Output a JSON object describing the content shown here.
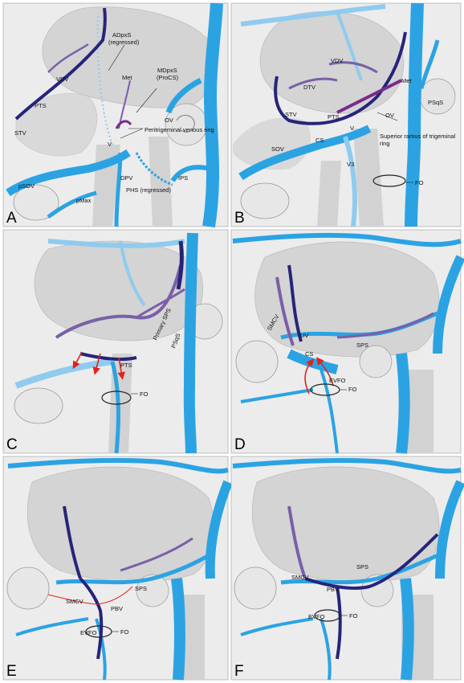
{
  "colors": {
    "vein_blue": "#2ba3e3",
    "vein_light": "#8fcbee",
    "vein_purple": "#7a5fa8",
    "vein_dark": "#26247a",
    "bone_gray": "#d2d2d2",
    "brain_gray": "#cfcfcf",
    "arrow_red": "#e2231a"
  },
  "panels": {
    "A": {
      "letter": "A",
      "labels": {
        "adpxs": "ADpxS",
        "adpxs_note": "(regressed)",
        "mdpxs": "MDpxS",
        "procs": "(ProCS)",
        "met": "Met",
        "vdv": "VDV",
        "pts": "PTS",
        "stv": "STV",
        "ov": "OV",
        "ring": "Peritrigeminal venous ring",
        "v": "V",
        "dpv": "DPV",
        "ips": "IPS",
        "phs": "PHS (regressed)",
        "psov": "pSOV",
        "pmax": "pMax"
      }
    },
    "B": {
      "letter": "B",
      "labels": {
        "vdv": "VDV",
        "dtv": "DTV",
        "met": "Met",
        "stv": "STV",
        "pts": "PTS",
        "ov": "OV",
        "psqs": "PSqS",
        "v": "V",
        "sov": "SOV",
        "cs": "CS",
        "ramus": "Superior ramus of trigeminal",
        "ring": "ring",
        "v3": "V3",
        "fo": "FO"
      }
    },
    "C": {
      "letter": "C",
      "labels": {
        "pts": "PTS",
        "primary_sps": "Primary SPS",
        "psqs": "PSqS",
        "fo": "FO"
      }
    },
    "D": {
      "letter": "D",
      "labels": {
        "smcv": "SMCV",
        "uv": "UV",
        "cs": "CS",
        "sps": "SPS",
        "evfo": "EVFO",
        "fo": "FO"
      }
    },
    "E": {
      "letter": "E",
      "labels": {
        "smcv": "SMCV",
        "pbv": "PBV",
        "sps": "SPS",
        "evfo": "EVFO",
        "fo": "FO"
      }
    },
    "F": {
      "letter": "F",
      "labels": {
        "smcv": "SMCV",
        "pbv": "PBV",
        "sps": "SPS",
        "evfo": "EVFO",
        "fo": "FO"
      }
    }
  }
}
